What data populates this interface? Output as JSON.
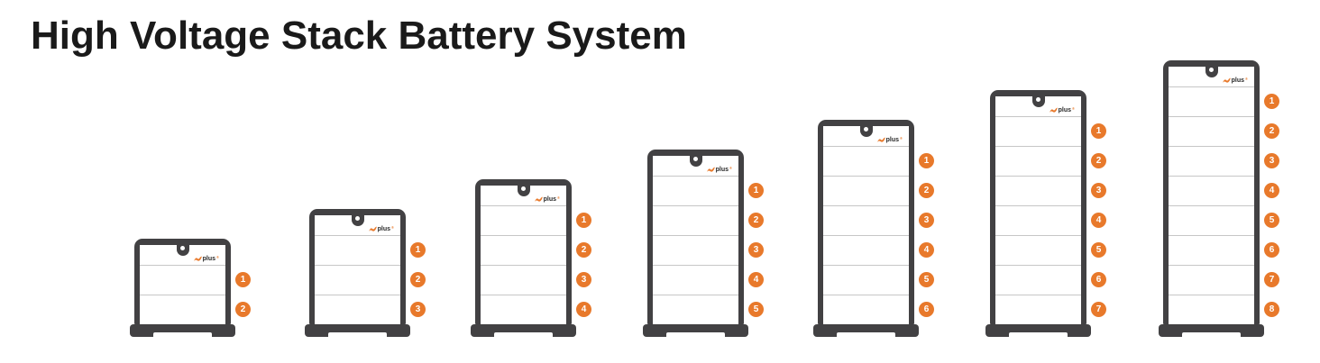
{
  "title": "High Voltage Stack Battery System",
  "brand": {
    "logo_text": "plus",
    "logo_mark_icon": "brand-swoosh-icon",
    "logo_reg_mark": "®"
  },
  "colors": {
    "accent_orange": "#E8792B",
    "frame_dark": "#424143",
    "divider_gray": "#C6C6C6",
    "title_black": "#1A1A1A",
    "background": "#FFFFFF"
  },
  "units": [
    {
      "label": "stack-of-2",
      "module_count": 2,
      "badges": [
        "1",
        "2"
      ]
    },
    {
      "label": "stack-of-3",
      "module_count": 3,
      "badges": [
        "1",
        "2",
        "3"
      ]
    },
    {
      "label": "stack-of-4",
      "module_count": 4,
      "badges": [
        "1",
        "2",
        "3",
        "4"
      ]
    },
    {
      "label": "stack-of-5",
      "module_count": 5,
      "badges": [
        "1",
        "2",
        "3",
        "4",
        "5"
      ]
    },
    {
      "label": "stack-of-6",
      "module_count": 6,
      "badges": [
        "1",
        "2",
        "3",
        "4",
        "5",
        "6"
      ]
    },
    {
      "label": "stack-of-7",
      "module_count": 7,
      "badges": [
        "1",
        "2",
        "3",
        "4",
        "5",
        "6",
        "7"
      ]
    },
    {
      "label": "stack-of-8",
      "module_count": 8,
      "badges": [
        "1",
        "2",
        "3",
        "4",
        "5",
        "6",
        "7",
        "8"
      ]
    }
  ]
}
